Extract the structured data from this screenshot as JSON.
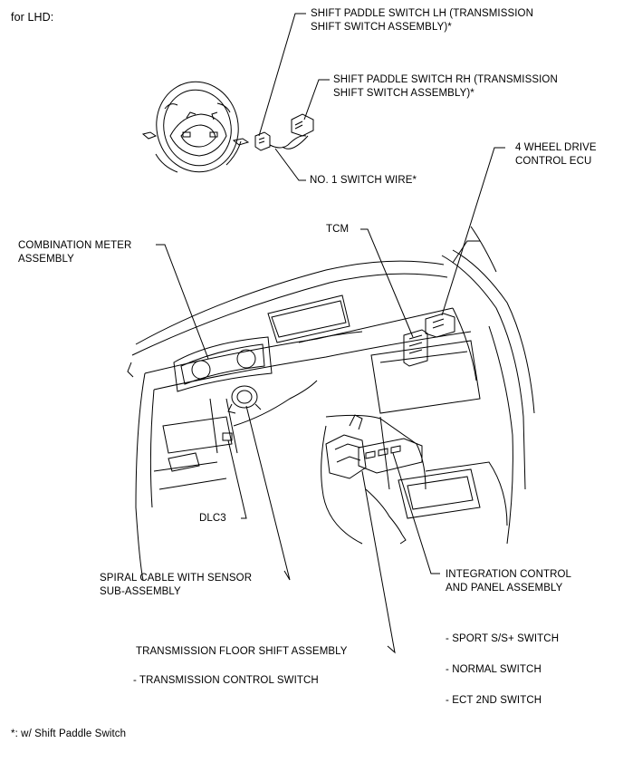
{
  "header": {
    "region": "for LHD:"
  },
  "labels": {
    "paddle_lh_1": "SHIFT PADDLE SWITCH LH (TRANSMISSION",
    "paddle_lh_2": "SHIFT SWITCH ASSEMBLY)*",
    "paddle_rh_1": "SHIFT PADDLE SWITCH RH (TRANSMISSION",
    "paddle_rh_2": "SHIFT SWITCH ASSEMBLY)*",
    "switch_wire": "NO. 1 SWITCH WIRE*",
    "four_wd_1": "4 WHEEL DRIVE",
    "four_wd_2": "CONTROL ECU",
    "tcm": "TCM",
    "meter_1": "COMBINATION METER",
    "meter_2": "ASSEMBLY",
    "dlc3": "DLC3",
    "spiral_1": "SPIRAL CABLE WITH SENSOR",
    "spiral_2": "SUB-ASSEMBLY",
    "integration_1": "INTEGRATION CONTROL",
    "integration_2": "AND PANEL ASSEMBLY",
    "floor_shift": "TRANSMISSION FLOOR SHIFT ASSEMBLY",
    "trans_control_switch": "- TRANSMISSION CONTROL SWITCH",
    "sport_switch": "- SPORT S/S+ SWITCH",
    "normal_switch": "- NORMAL SWITCH",
    "ect_switch": "- ECT 2ND SWITCH"
  },
  "footnote": "*: w/ Shift Paddle Switch"
}
